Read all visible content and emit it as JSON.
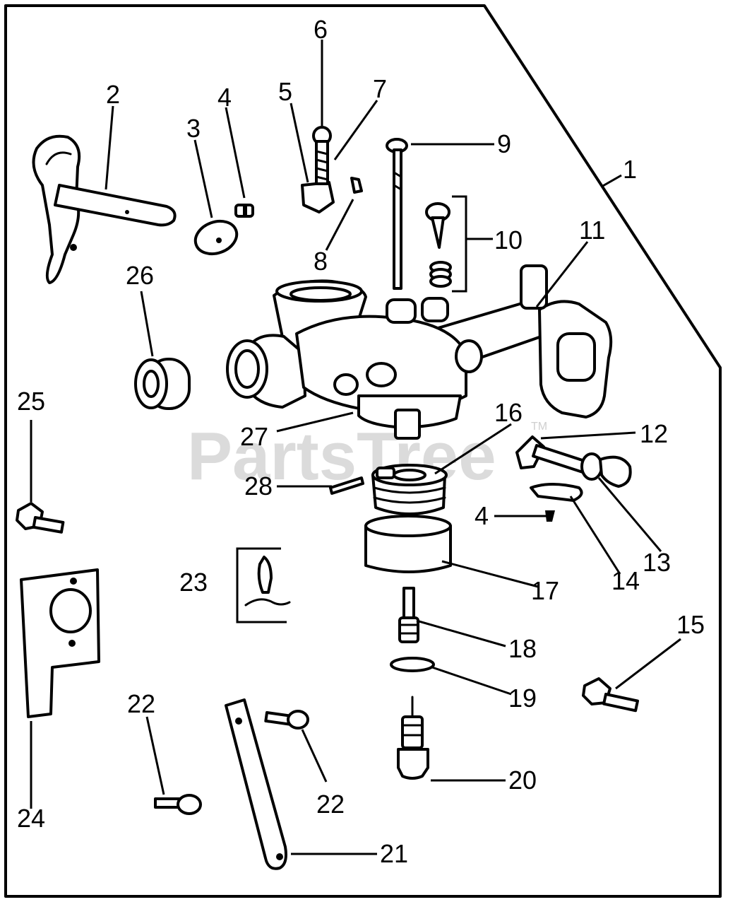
{
  "watermark": {
    "text": "PartsTree",
    "trademark": "TM"
  },
  "callouts": [
    {
      "id": "c1",
      "label": "1"
    },
    {
      "id": "c2",
      "label": "2"
    },
    {
      "id": "c3",
      "label": "3"
    },
    {
      "id": "c4a",
      "label": "4"
    },
    {
      "id": "c5",
      "label": "5"
    },
    {
      "id": "c6",
      "label": "6"
    },
    {
      "id": "c7",
      "label": "7"
    },
    {
      "id": "c8",
      "label": "8"
    },
    {
      "id": "c9",
      "label": "9"
    },
    {
      "id": "c10",
      "label": "10"
    },
    {
      "id": "c11",
      "label": "11"
    },
    {
      "id": "c12",
      "label": "12"
    },
    {
      "id": "c13",
      "label": "13"
    },
    {
      "id": "c14",
      "label": "14"
    },
    {
      "id": "c4b",
      "label": "4"
    },
    {
      "id": "c15",
      "label": "15"
    },
    {
      "id": "c16",
      "label": "16"
    },
    {
      "id": "c17",
      "label": "17"
    },
    {
      "id": "c18",
      "label": "18"
    },
    {
      "id": "c19",
      "label": "19"
    },
    {
      "id": "c20",
      "label": "20"
    },
    {
      "id": "c21",
      "label": "21"
    },
    {
      "id": "c22a",
      "label": "22"
    },
    {
      "id": "c22b",
      "label": "22"
    },
    {
      "id": "c23",
      "label": "23"
    },
    {
      "id": "c24",
      "label": "24"
    },
    {
      "id": "c25",
      "label": "25"
    },
    {
      "id": "c26",
      "label": "26"
    },
    {
      "id": "c27",
      "label": "27"
    },
    {
      "id": "c28",
      "label": "28"
    }
  ]
}
